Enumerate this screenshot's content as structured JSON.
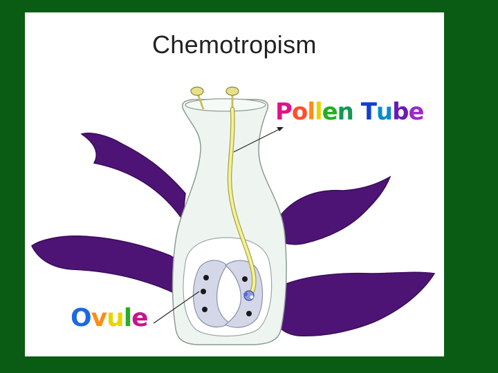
{
  "title": "Chemotropism",
  "labels": {
    "pollen_tube": {
      "text": "Pollen Tube",
      "letters": [
        "P",
        "o",
        "l",
        "l",
        "e",
        "n",
        " ",
        "T",
        "u",
        "b",
        "e"
      ],
      "colors": [
        "#e0118a",
        "#ff4f2b",
        "#ff8c1a",
        "#e8d400",
        "#22b022",
        "#119a55",
        "#ffffff",
        "#0f3fd6",
        "#0b8cc9",
        "#6a1bb5",
        "#9b2cc7"
      ]
    },
    "ovule": {
      "text": "Ovule",
      "letters": [
        "O",
        "v",
        "u",
        "l",
        "e"
      ],
      "colors": [
        "#1a6ae0",
        "#ff8c1a",
        "#e8d400",
        "#22b022",
        "#c7148e"
      ]
    }
  },
  "colors": {
    "background": "#0a5c14",
    "panel": "#ffffff",
    "petal": "#4e1475",
    "pistil": "#eef5f0",
    "pollen_tube": "#f3f19a",
    "pollen_grain": "#e6e08a"
  }
}
